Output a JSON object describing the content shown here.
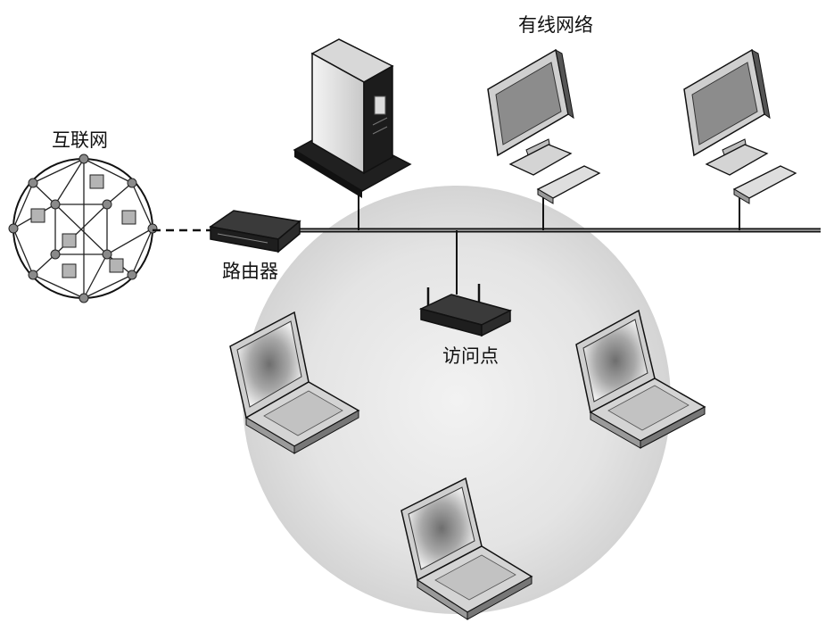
{
  "labels": {
    "internet": "互联网",
    "router": "路由器",
    "access_point": "访问点",
    "wired_network": "有线网络"
  },
  "colors": {
    "line": "#111111",
    "device_dark": "#2a2a2a",
    "device_light": "#e6e6e6",
    "coverage": "#dcdcdc",
    "screen_center": "#7a7a7a"
  },
  "icons": [
    "globe-network-icon",
    "router-icon",
    "server-tower-icon",
    "desktop-computer-icon",
    "wireless-access-point-icon",
    "laptop-icon"
  ]
}
